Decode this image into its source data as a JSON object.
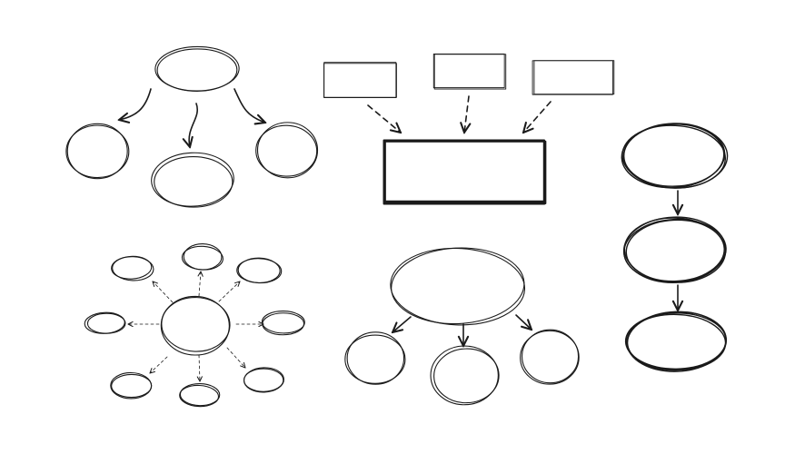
{
  "colors": {
    "ink": "#1a1a1a",
    "background": "#ffffff"
  },
  "groups": [
    {
      "id": "hierarchy-curved",
      "nodes": [
        {
          "id": "tl-root",
          "shape": "ellipse"
        },
        {
          "id": "tl-left",
          "shape": "circle"
        },
        {
          "id": "tl-mid",
          "shape": "ellipse"
        },
        {
          "id": "tl-right",
          "shape": "circle"
        }
      ],
      "edges": [
        {
          "from": "tl-root",
          "to": "tl-left",
          "style": "curved-solid-arrow"
        },
        {
          "from": "tl-root",
          "to": "tl-mid",
          "style": "curved-solid-arrow"
        },
        {
          "from": "tl-root",
          "to": "tl-right",
          "style": "curved-solid-arrow"
        }
      ]
    },
    {
      "id": "converging-boxes",
      "nodes": [
        {
          "id": "box-a",
          "shape": "rectangle"
        },
        {
          "id": "box-b",
          "shape": "rectangle"
        },
        {
          "id": "box-c",
          "shape": "rectangle"
        },
        {
          "id": "box-target",
          "shape": "rectangle"
        }
      ],
      "edges": [
        {
          "from": "box-a",
          "to": "box-target",
          "style": "dashed-arrow"
        },
        {
          "from": "box-b",
          "to": "box-target",
          "style": "dashed-arrow"
        },
        {
          "from": "box-c",
          "to": "box-target",
          "style": "dashed-arrow"
        }
      ]
    },
    {
      "id": "vertical-flow",
      "nodes": [
        {
          "id": "v-1",
          "shape": "ellipse"
        },
        {
          "id": "v-2",
          "shape": "ellipse"
        },
        {
          "id": "v-3",
          "shape": "ellipse"
        }
      ],
      "edges": [
        {
          "from": "v-1",
          "to": "v-2",
          "style": "solid-arrow"
        },
        {
          "from": "v-2",
          "to": "v-3",
          "style": "solid-arrow"
        }
      ]
    },
    {
      "id": "radial-mindmap",
      "nodes": [
        {
          "id": "hub",
          "shape": "circle"
        },
        {
          "id": "s1",
          "shape": "ellipse"
        },
        {
          "id": "s2",
          "shape": "ellipse"
        },
        {
          "id": "s3",
          "shape": "ellipse"
        },
        {
          "id": "s4",
          "shape": "ellipse"
        },
        {
          "id": "s5",
          "shape": "ellipse"
        },
        {
          "id": "s6",
          "shape": "ellipse"
        },
        {
          "id": "s7",
          "shape": "ellipse"
        },
        {
          "id": "s8",
          "shape": "ellipse"
        }
      ],
      "edges": [
        {
          "from": "hub",
          "to": "s1",
          "style": "dotted-arrow"
        },
        {
          "from": "hub",
          "to": "s2",
          "style": "dotted-arrow"
        },
        {
          "from": "hub",
          "to": "s3",
          "style": "dotted-arrow"
        },
        {
          "from": "hub",
          "to": "s4",
          "style": "dotted-arrow"
        },
        {
          "from": "hub",
          "to": "s5",
          "style": "dotted-arrow"
        },
        {
          "from": "hub",
          "to": "s6",
          "style": "dotted-arrow"
        },
        {
          "from": "hub",
          "to": "s7",
          "style": "dotted-arrow"
        },
        {
          "from": "hub",
          "to": "s8",
          "style": "dotted-arrow"
        }
      ]
    },
    {
      "id": "hierarchy-straight",
      "nodes": [
        {
          "id": "bm-root",
          "shape": "ellipse"
        },
        {
          "id": "bm-left",
          "shape": "circle"
        },
        {
          "id": "bm-mid",
          "shape": "circle"
        },
        {
          "id": "bm-right",
          "shape": "circle"
        }
      ],
      "edges": [
        {
          "from": "bm-root",
          "to": "bm-left",
          "style": "solid-arrow"
        },
        {
          "from": "bm-root",
          "to": "bm-mid",
          "style": "solid-arrow"
        },
        {
          "from": "bm-root",
          "to": "bm-right",
          "style": "solid-arrow"
        }
      ]
    }
  ]
}
